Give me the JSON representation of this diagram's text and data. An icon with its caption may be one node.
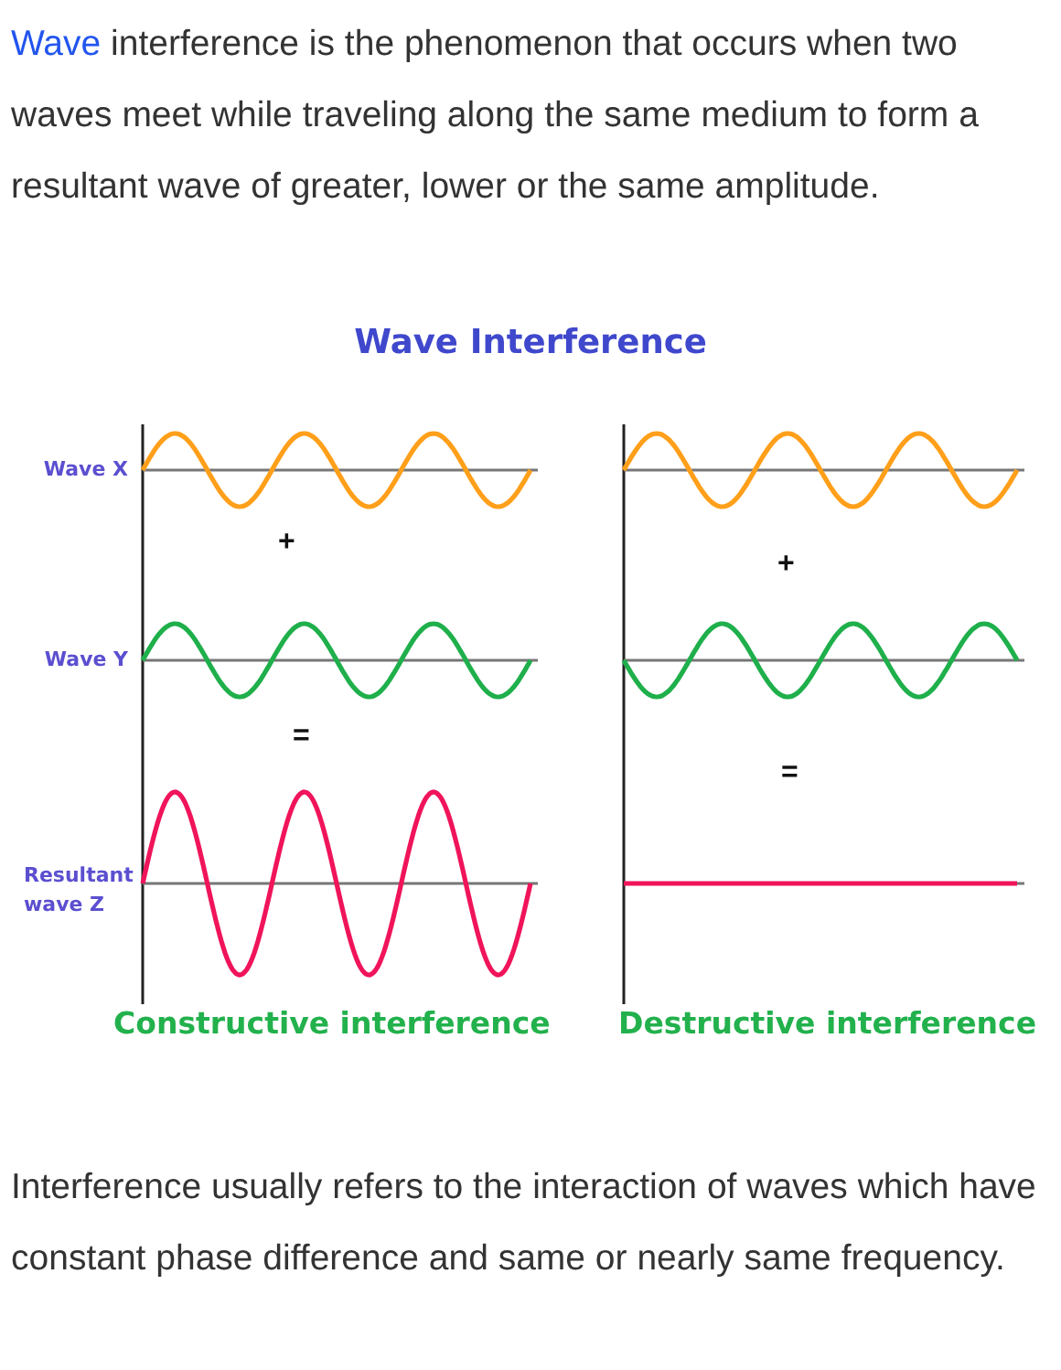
{
  "diagram": {
    "title": "Wave Interference",
    "labels": [
      "Wave interference is the phenomenon that occurs when two waves meet while traveling along the same medium to form a resultant wave of greater, lower or the same amplitude.",
      "Wave X",
      "+",
      "+",
      "Wave Y",
      "=",
      "=",
      "Resultant wave Z",
      "Constructive interference",
      "Destructive interference",
      "Interference usually refers to the interaction of waves which have constant phase difference and same or nearly same frequency."
    ]
  }
}
